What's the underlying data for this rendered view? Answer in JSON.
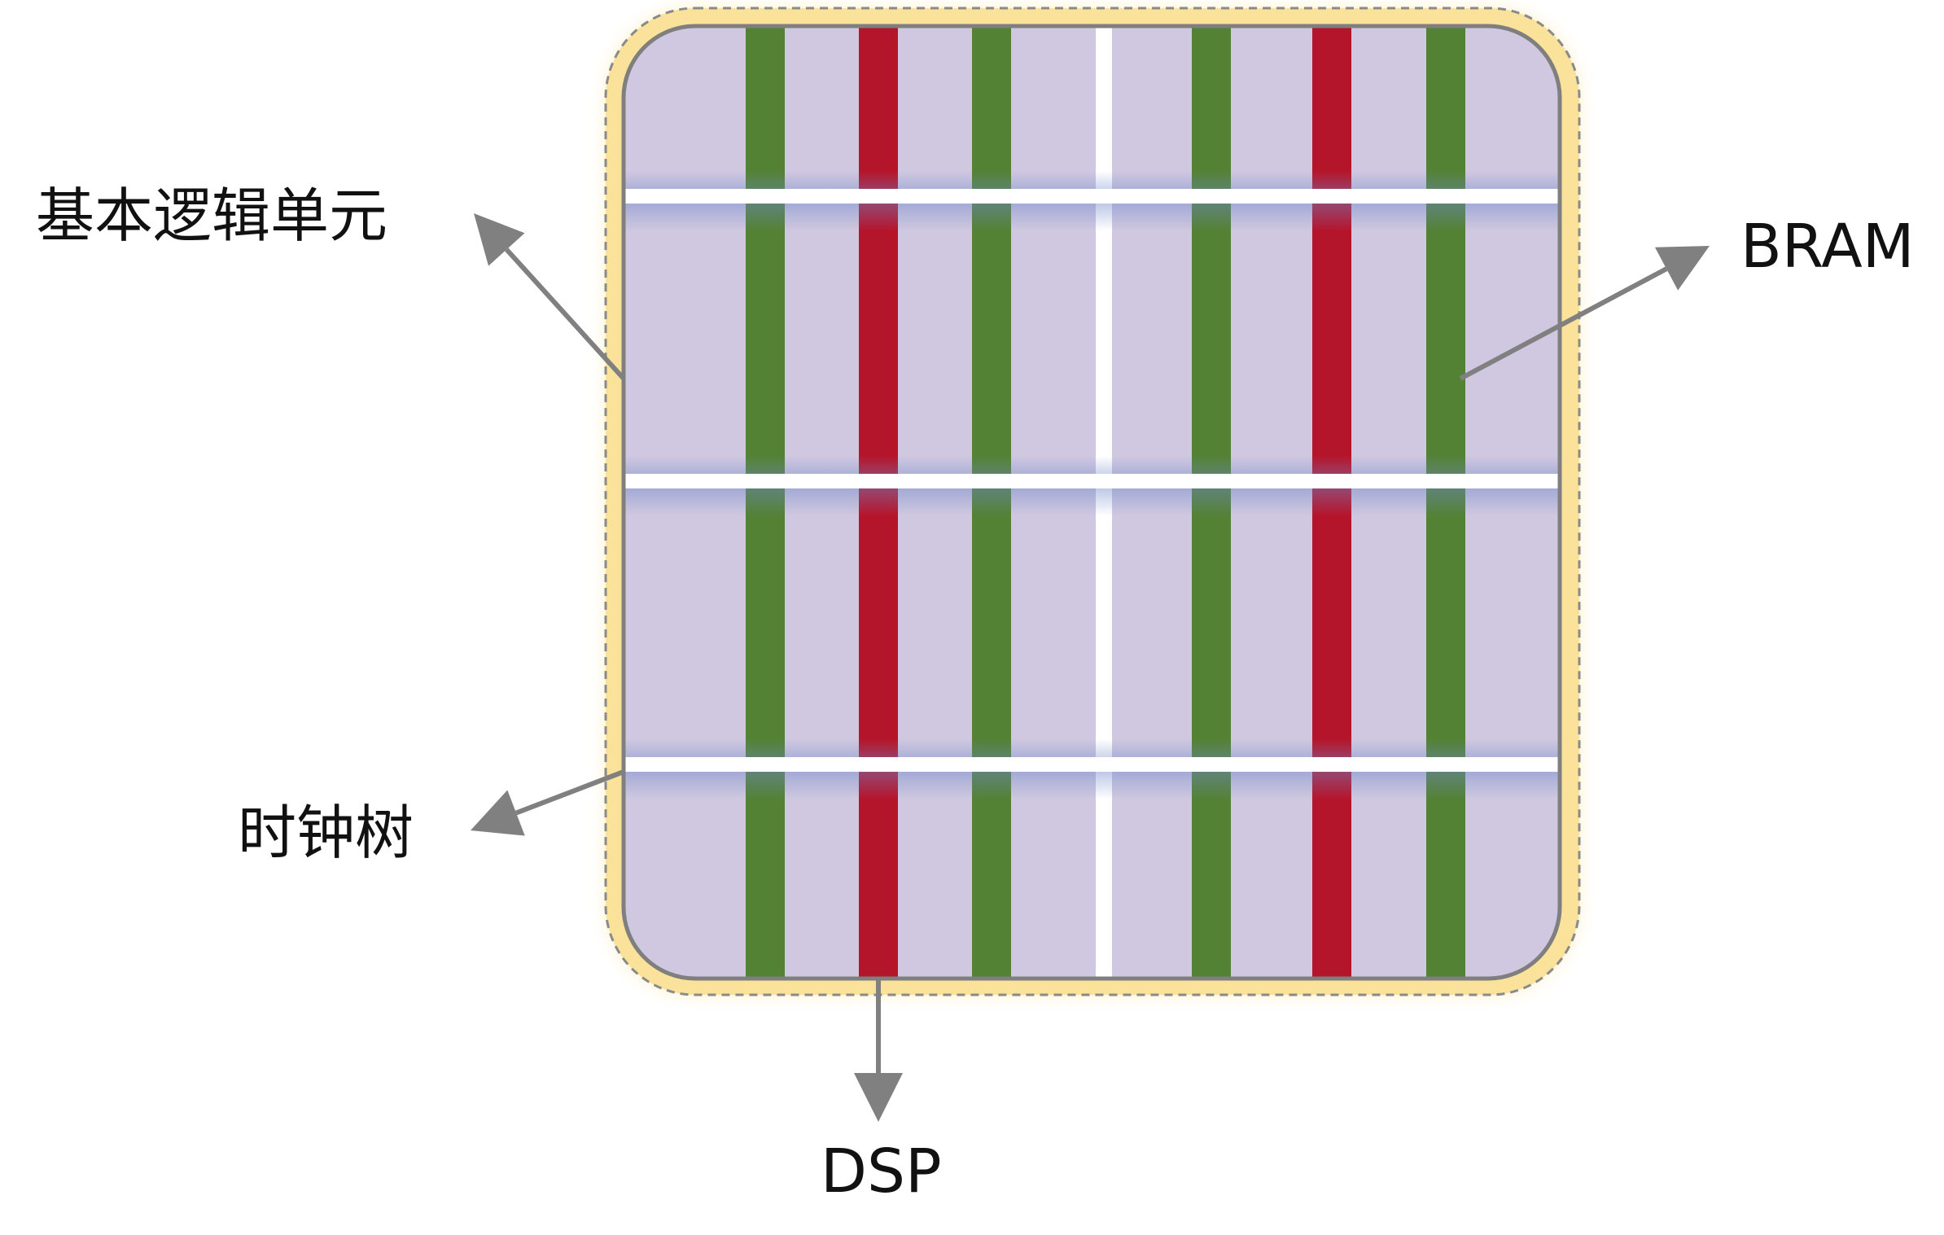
{
  "labels": {
    "logic": "基本逻辑单元",
    "bram": "BRAM",
    "clock": "时钟树",
    "dsp": "DSP"
  },
  "colors": {
    "fabric": "#D0C8E0",
    "halo": "#FBE29A",
    "halo_border": "#8A8A8A",
    "border": "#7F7F7F",
    "bram": "#548235",
    "dsp": "#B5152B",
    "clock": "#FFFFFF",
    "arrow": "#808080",
    "text": "#111111"
  },
  "columns": [
    "bram",
    "dsp",
    "bram",
    "clock",
    "bram",
    "dsp",
    "bram"
  ]
}
